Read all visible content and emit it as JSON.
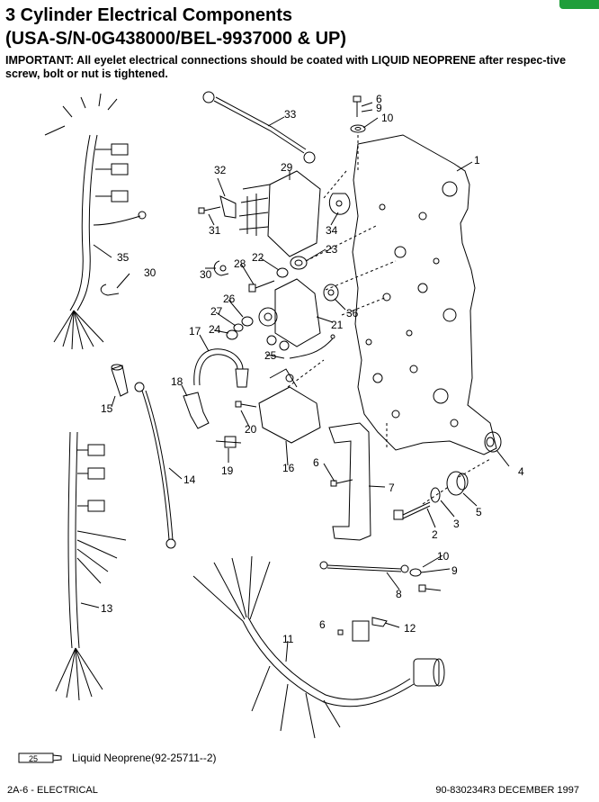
{
  "header": {
    "title": "3 Cylinder Electrical Components",
    "subtitle": "(USA-S/N-0G438000/BEL-9937000 & UP)",
    "important_prefix": "IMPORTANT:",
    "important_text": "All eyelet electrical connections should be coated with LIQUID NEOPRENE after respec-tive screw, bolt or nut is tightened."
  },
  "callouts": [
    {
      "id": "c1",
      "text": "1"
    },
    {
      "id": "c2",
      "text": "2"
    },
    {
      "id": "c3",
      "text": "3"
    },
    {
      "id": "c4",
      "text": "4"
    },
    {
      "id": "c5",
      "text": "5"
    },
    {
      "id": "c6a",
      "text": "6"
    },
    {
      "id": "c6b",
      "text": "6"
    },
    {
      "id": "c6c",
      "text": "6"
    },
    {
      "id": "c7",
      "text": "7"
    },
    {
      "id": "c8",
      "text": "8"
    },
    {
      "id": "c9a",
      "text": "9"
    },
    {
      "id": "c9b",
      "text": "9"
    },
    {
      "id": "c10a",
      "text": "10"
    },
    {
      "id": "c10b",
      "text": "10"
    },
    {
      "id": "c11",
      "text": "11"
    },
    {
      "id": "c12",
      "text": "12"
    },
    {
      "id": "c13",
      "text": "13"
    },
    {
      "id": "c14",
      "text": "14"
    },
    {
      "id": "c15",
      "text": "15"
    },
    {
      "id": "c16",
      "text": "16"
    },
    {
      "id": "c17",
      "text": "17"
    },
    {
      "id": "c18",
      "text": "18"
    },
    {
      "id": "c19",
      "text": "19"
    },
    {
      "id": "c20",
      "text": "20"
    },
    {
      "id": "c21",
      "text": "21"
    },
    {
      "id": "c22",
      "text": "22"
    },
    {
      "id": "c23",
      "text": "23"
    },
    {
      "id": "c24",
      "text": "24"
    },
    {
      "id": "c25",
      "text": "25"
    },
    {
      "id": "c26",
      "text": "26"
    },
    {
      "id": "c27",
      "text": "27"
    },
    {
      "id": "c28",
      "text": "28"
    },
    {
      "id": "c29",
      "text": "29"
    },
    {
      "id": "c30a",
      "text": "30"
    },
    {
      "id": "c30b",
      "text": "30"
    },
    {
      "id": "c31",
      "text": "31"
    },
    {
      "id": "c32",
      "text": "32"
    },
    {
      "id": "c33",
      "text": "33"
    },
    {
      "id": "c34",
      "text": "34"
    },
    {
      "id": "c35",
      "text": "35"
    },
    {
      "id": "c36",
      "text": "36"
    }
  ],
  "legend": {
    "badge": "25",
    "text": "Liquid Neoprene(92-25711--2)"
  },
  "footer": {
    "left": "2A-6 - ELECTRICAL",
    "right": "90-830234R3   DECEMBER 1997"
  },
  "colors": {
    "accent_tab": "#1f9e3a",
    "line": "#000000"
  }
}
